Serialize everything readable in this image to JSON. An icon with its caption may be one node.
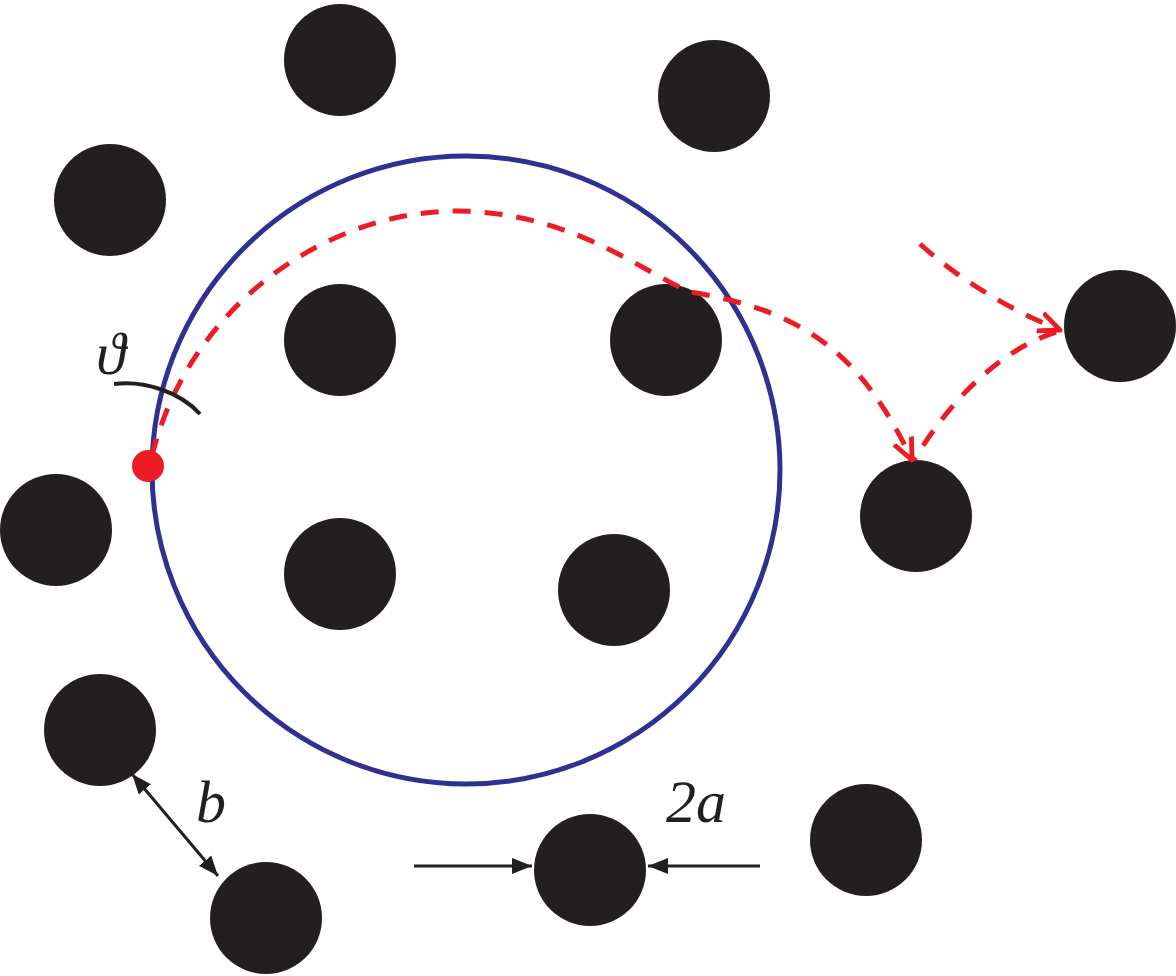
{
  "diagram": {
    "labels": [
      "ϑ",
      "b",
      "2a"
    ]
  }
}
